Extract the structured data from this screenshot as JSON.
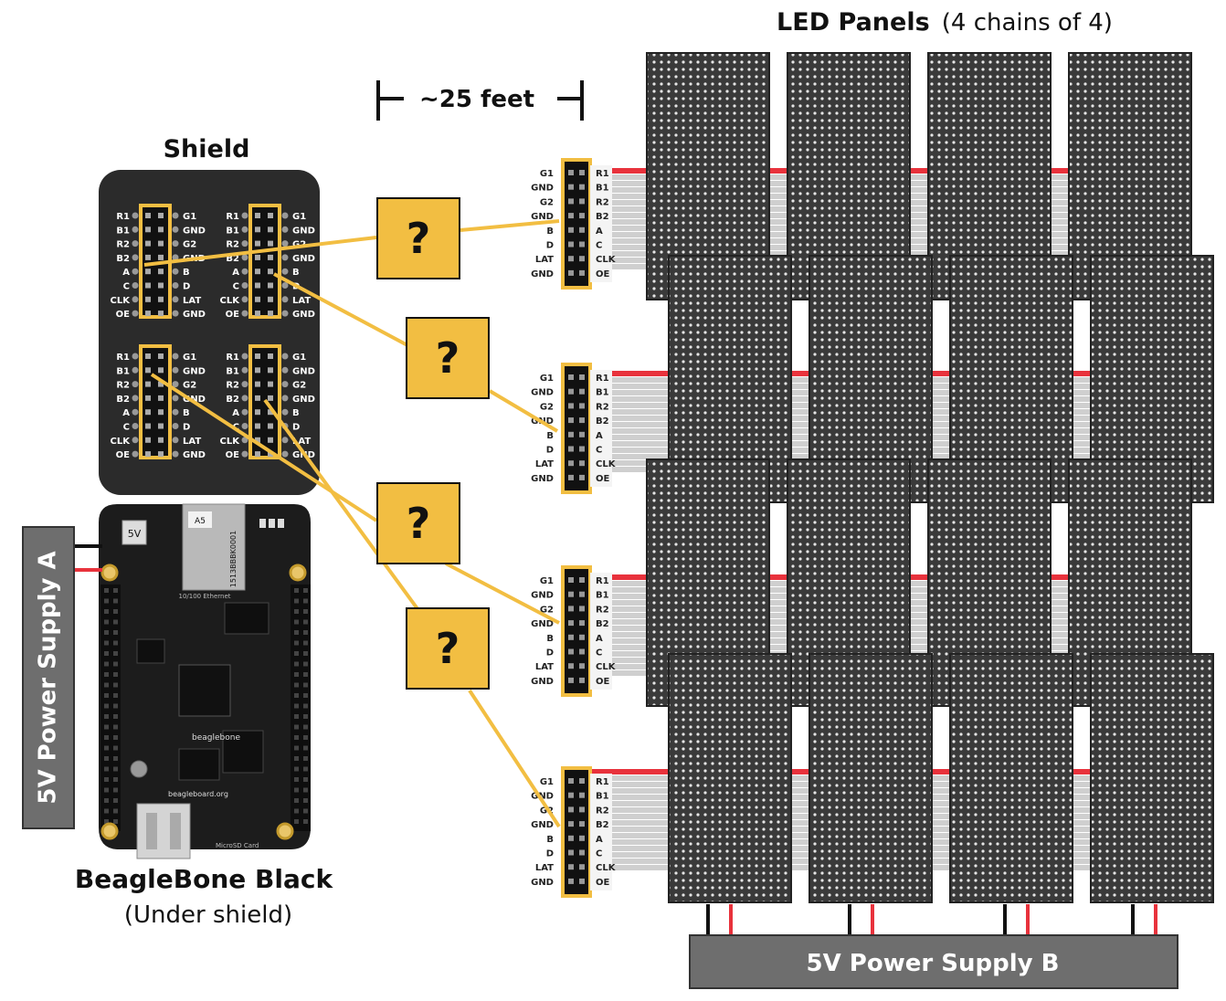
{
  "labels": {
    "led_panels_bold": "LED Panels",
    "led_panels_rest": "(4 chains of 4)",
    "distance": "~25 feet",
    "shield": "Shield",
    "bbb_name": "BeagleBone Black",
    "bbb_note": "(Under shield)",
    "psu_a": "5V Power Supply A",
    "psu_b": "5V Power Supply B",
    "unknown": "?"
  },
  "shield_pins_left": [
    "R1",
    "B1",
    "R2",
    "B2",
    "A",
    "C",
    "CLK",
    "OE"
  ],
  "shield_pins_right": [
    "G1",
    "GND",
    "G2",
    "GND",
    "B",
    "D",
    "LAT",
    "GND"
  ],
  "panel_pins_left": [
    "G1",
    "GND",
    "G2",
    "GND",
    "B",
    "D",
    "LAT",
    "GND"
  ],
  "panel_pins_right": [
    "R1",
    "B1",
    "R2",
    "B2",
    "A",
    "C",
    "CLK",
    "OE"
  ],
  "board_texts": {
    "jack": "5V",
    "chip": "A5",
    "serial": "1513BBBK0001",
    "ethernet": "10/100 Ethernet",
    "brand": "beagleboard.org",
    "logo": "beaglebone",
    "micro": "MicroSD Card"
  },
  "colors": {
    "accent_yellow": "#F2BE42",
    "shield_bg": "#2b2b2b",
    "panel_dark": "#3a3a3a",
    "psu_gray": "#6e6e6e",
    "wire_red": "#e8323c"
  }
}
